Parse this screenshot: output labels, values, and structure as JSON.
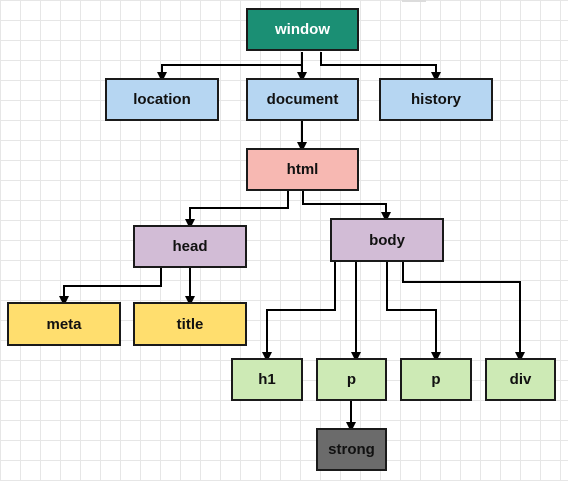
{
  "nodes": {
    "window": "window",
    "location": "location",
    "document": "document",
    "history": "history",
    "html": "html",
    "head": "head",
    "body": "body",
    "meta": "meta",
    "title": "title",
    "h1": "h1",
    "p1": "p",
    "p2": "p",
    "div": "div",
    "strong": "strong"
  },
  "colors": {
    "window": "#1b8f74",
    "location_document_history": "#b6d6f2",
    "html": "#f7b8b2",
    "head_body": "#d2bcd6",
    "meta_title": "#ffde6e",
    "leaf": "#cdeab5",
    "strong": "#6b6b6b",
    "edge": "#000000"
  },
  "edges": [
    [
      "window",
      "location"
    ],
    [
      "window",
      "document"
    ],
    [
      "window",
      "history"
    ],
    [
      "document",
      "html"
    ],
    [
      "html",
      "head"
    ],
    [
      "html",
      "body"
    ],
    [
      "head",
      "meta"
    ],
    [
      "head",
      "title"
    ],
    [
      "body",
      "h1"
    ],
    [
      "body",
      "p1"
    ],
    [
      "body",
      "p2"
    ],
    [
      "body",
      "div"
    ],
    [
      "p1",
      "strong"
    ]
  ]
}
